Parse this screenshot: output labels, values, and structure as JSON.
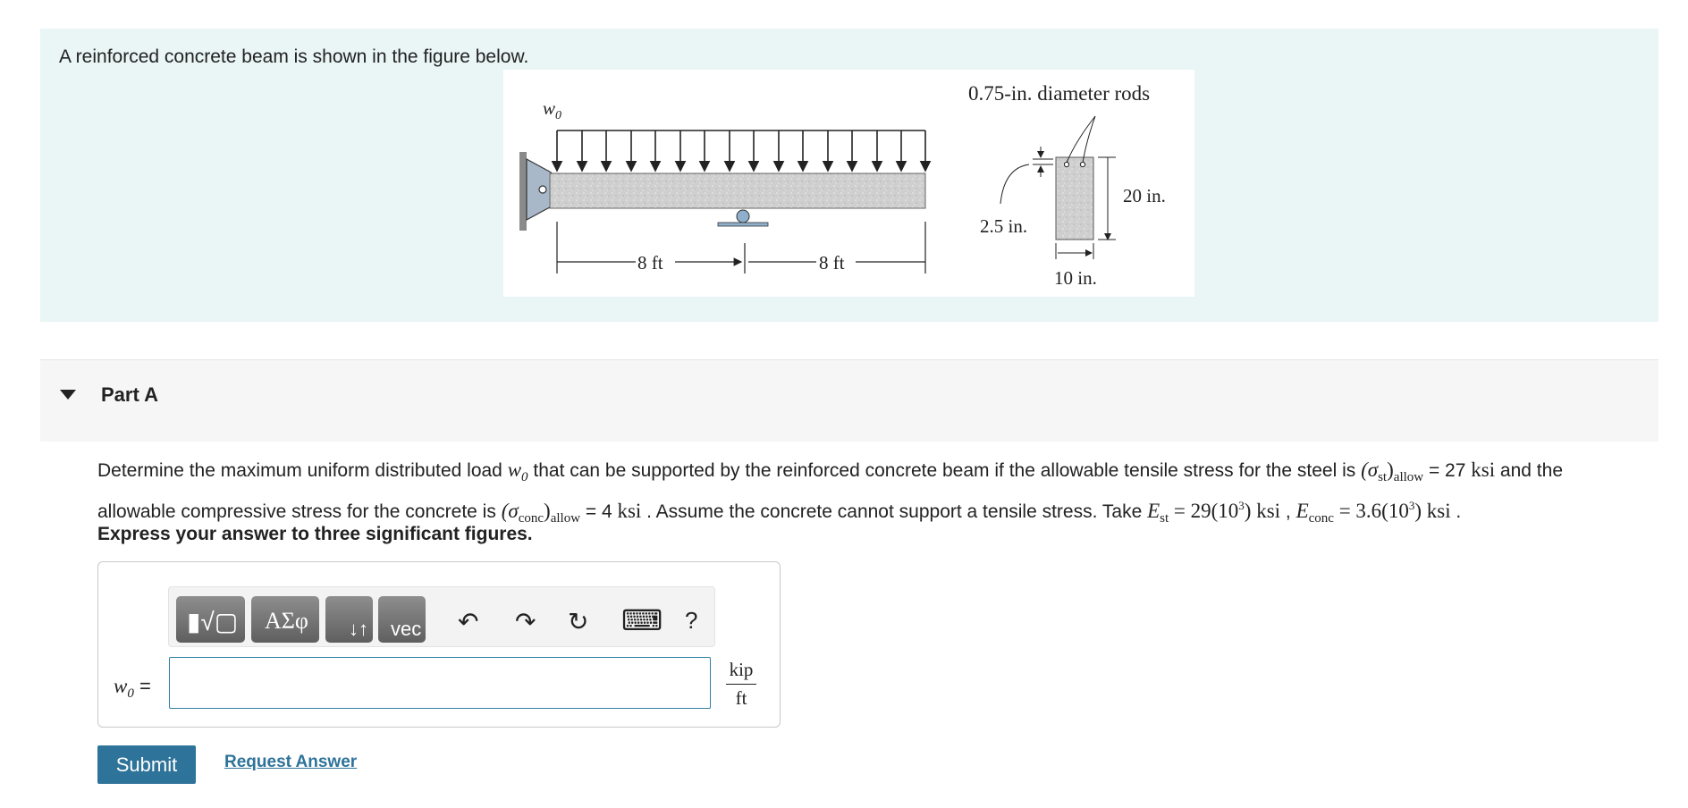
{
  "intro": {
    "text": "A reinforced concrete beam is shown in the figure below."
  },
  "figure": {
    "load_label": "w",
    "load_label_sub": "0",
    "span_left": "8 ft",
    "span_right": "8 ft",
    "rods_label": "0.75-in. diameter rods",
    "depth_label": "20 in.",
    "cover_label": "2.5 in.",
    "width_label": "10 in."
  },
  "part": {
    "title": "Part A"
  },
  "question": {
    "t1": "Determine the maximum uniform distributed load ",
    "w": "w",
    "w_sub": "0",
    "t2": " that can be supported by the reinforced concrete beam if the allowable tensile stress for the steel is ",
    "sigma_st_open": "(σ",
    "sigma_st_sub": "st",
    "sigma_st_close": ")",
    "allow1": "allow",
    "eq1": " = 27 ",
    "ksi1": "ksi",
    "t3": " and the allowable compressive stress for the concrete is ",
    "sigma_c_open": "(σ",
    "sigma_c_sub": "conc",
    "sigma_c_close": ")",
    "allow2": "allow",
    "eq2": " = 4 ",
    "ksi2": "ksi",
    "t4": " . Assume the concrete cannot support a tensile stress. Take ",
    "E1": "E",
    "E1_sub": "st",
    "eq3": " = 29(10",
    "exp1": "3",
    "close1": ") ksi",
    "comma": " , ",
    "E2": "E",
    "E2_sub": "conc",
    "eq4": " = 3.6(10",
    "exp2": "3",
    "close2": ") ksi",
    "end": " ."
  },
  "instruction": "Express your answer to three significant figures.",
  "toolbar": {
    "templates_icon": "▮√▢",
    "greek_label": "ΑΣφ",
    "arrows_label": "↓↑",
    "vec_label": "vec",
    "undo_icon": "↶",
    "redo_icon": "↷",
    "reset_icon": "↻",
    "keyboard_icon": "⌨",
    "help_label": "?"
  },
  "answer": {
    "var": "w",
    "var_sub": "0",
    "equals": " =",
    "value": "",
    "unit_num": "kip",
    "unit_den": "ft"
  },
  "actions": {
    "submit_label": "Submit",
    "request_label": "Request Answer"
  }
}
